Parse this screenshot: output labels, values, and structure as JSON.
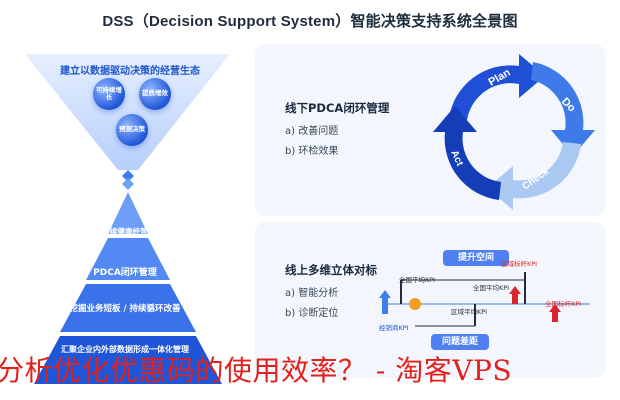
{
  "title": "DSS（Decision Support System）智能决策支持系统全景图",
  "funnel": {
    "caption": "建立以数据驱动决策的经营生态",
    "bubbles": [
      "可持续增长",
      "提质增效",
      "预测决策"
    ],
    "levels": [
      "持续健康经营",
      "PDCA闭环管理",
      "挖掘业务短板 / 持续循环改善",
      "汇聚企业内外部数据形成一体化管理"
    ]
  },
  "offline": {
    "heading": "线下PDCA闭环管理",
    "items": [
      "a)  改善问题",
      "b)  环检效果"
    ],
    "cycle": {
      "plan": "Plan",
      "do": "Do",
      "check": "Check",
      "act": "Act",
      "colors": {
        "plan": "#1e4fd6",
        "do": "#3e7ae8",
        "check": "#a9c8f2",
        "act": "#143db8"
      }
    }
  },
  "online": {
    "heading": "线上多维立体对标",
    "items": [
      "a)  智能分析",
      "b)  诊断定位"
    ],
    "chart": {
      "top_pill": "提升空间",
      "bottom_pill": "问题差距",
      "labels": {
        "global_avg_1": "全国平均KPI",
        "region_best": "区域标杆KPI",
        "global_avg_2": "全国平均KPI",
        "region_avg": "区域平均KPI",
        "national_best": "全国标杆KPI",
        "store": "经销商KPI"
      }
    }
  },
  "watermark": "分析优化优惠码的使用效率？ - 淘客VPS"
}
